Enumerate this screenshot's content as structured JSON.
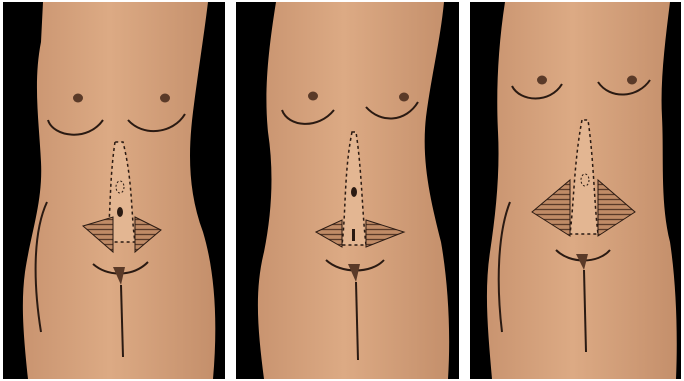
{
  "figure": {
    "panels": [
      {
        "id": "panel-1",
        "variant": "standard"
      },
      {
        "id": "panel-2",
        "variant": "narrow-extension"
      },
      {
        "id": "panel-3",
        "variant": "wide"
      }
    ]
  },
  "colors": {
    "background": "#000000",
    "skin": "#d8a37d",
    "skin_shadow": "#b8825f",
    "line": "#2a1a12"
  }
}
